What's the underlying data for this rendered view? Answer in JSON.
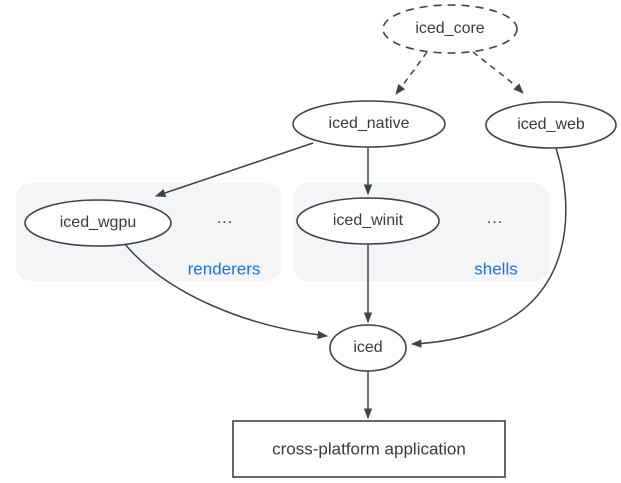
{
  "diagram_type": "dependency-graph",
  "colors": {
    "background": "#ffffff",
    "node_fill": "#ffffff",
    "stroke": "#3c434c",
    "text": "#353b45",
    "group_background": "#f3f5f7",
    "group_label_blue": "#1a73e8"
  },
  "nodes": {
    "iced_core": {
      "label": "iced_core",
      "shape": "ellipse",
      "border": "dashed"
    },
    "iced_native": {
      "label": "iced_native",
      "shape": "ellipse",
      "border": "solid"
    },
    "iced_web": {
      "label": "iced_web",
      "shape": "ellipse",
      "border": "solid"
    },
    "iced_wgpu": {
      "label": "iced_wgpu",
      "shape": "ellipse",
      "border": "solid"
    },
    "iced_winit": {
      "label": "iced_winit",
      "shape": "ellipse",
      "border": "solid"
    },
    "iced": {
      "label": "iced",
      "shape": "ellipse",
      "border": "solid"
    },
    "app": {
      "label": "cross-platform application",
      "shape": "rectangle",
      "border": "solid"
    }
  },
  "groups": {
    "renderers": {
      "label": "renderers",
      "ellipsis": "...",
      "contains": [
        "iced_wgpu"
      ]
    },
    "shells": {
      "label": "shells",
      "ellipsis": "...",
      "contains": [
        "iced_winit"
      ]
    }
  },
  "edges": [
    {
      "from": "iced_core",
      "to": "iced_native",
      "style": "dashed"
    },
    {
      "from": "iced_core",
      "to": "iced_web",
      "style": "dashed"
    },
    {
      "from": "iced_native",
      "to": "iced_wgpu",
      "style": "solid"
    },
    {
      "from": "iced_native",
      "to": "iced_winit",
      "style": "solid"
    },
    {
      "from": "iced_wgpu",
      "to": "iced",
      "style": "solid"
    },
    {
      "from": "iced_winit",
      "to": "iced",
      "style": "solid"
    },
    {
      "from": "iced_web",
      "to": "iced",
      "style": "solid"
    },
    {
      "from": "iced",
      "to": "app",
      "style": "solid"
    }
  ]
}
